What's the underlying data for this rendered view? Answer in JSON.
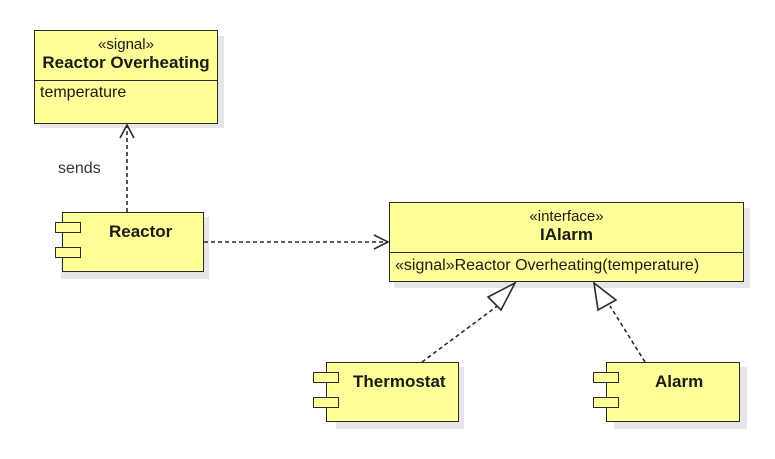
{
  "diagram": {
    "signal": {
      "stereotype": "«signal»",
      "name": "Reactor Overheating",
      "attributes": [
        "temperature"
      ]
    },
    "interface": {
      "stereotype": "«interface»",
      "name": "IAlarm",
      "operations": [
        "«signal»Reactor Overheating(temperature)"
      ]
    },
    "components": {
      "reactor": "Reactor",
      "thermostat": "Thermostat",
      "alarm": "Alarm"
    },
    "relations": [
      {
        "from": "Reactor",
        "to": "Reactor Overheating",
        "type": "dependency",
        "label": "sends"
      },
      {
        "from": "Reactor",
        "to": "IAlarm",
        "type": "dependency",
        "label": ""
      },
      {
        "from": "Thermostat",
        "to": "IAlarm",
        "type": "realization",
        "label": ""
      },
      {
        "from": "Alarm",
        "to": "IAlarm",
        "type": "realization",
        "label": ""
      }
    ],
    "colors": {
      "fill": "#ffff99",
      "stroke": "#2b2b2b",
      "shadow": "#e6e6e6"
    }
  }
}
